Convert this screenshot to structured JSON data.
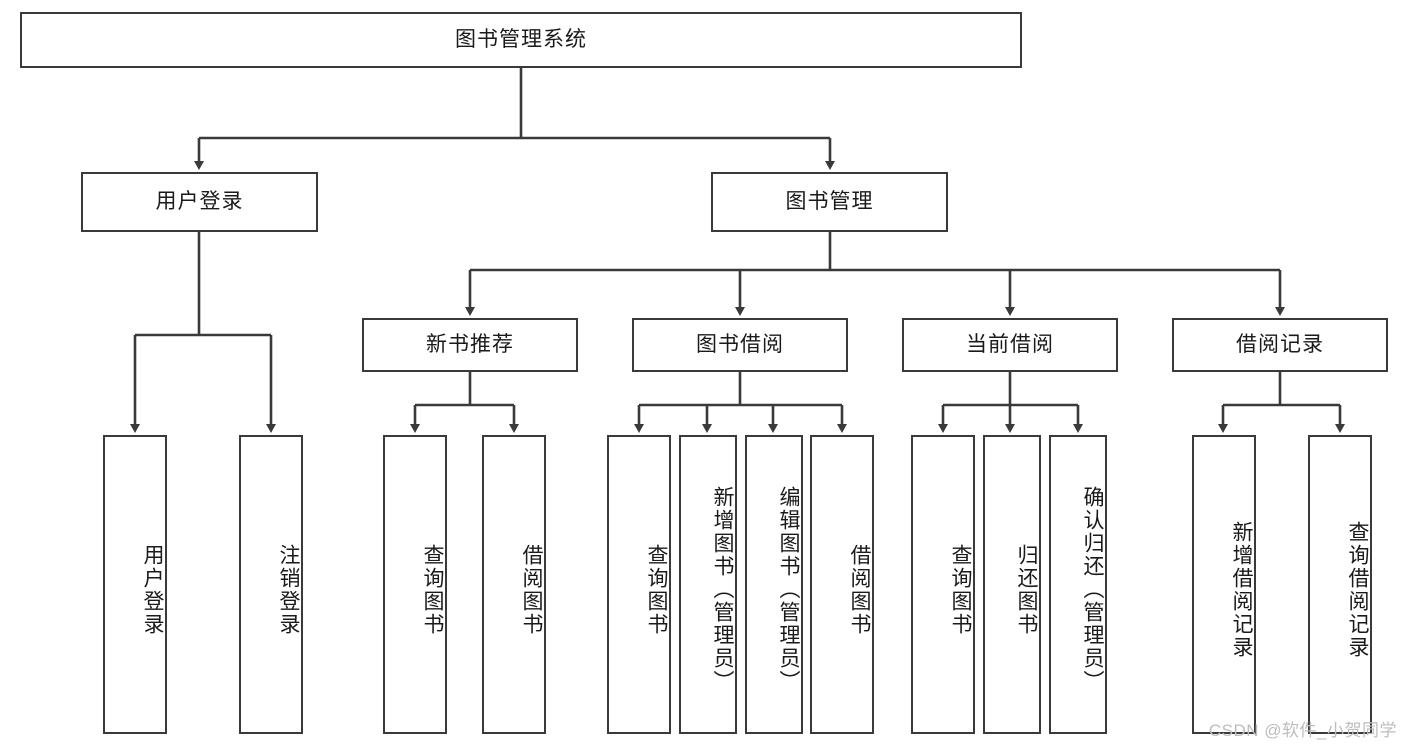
{
  "diagram": {
    "title": "图书管理系统",
    "type": "hierarchy-tree",
    "line_color": "#3a3a3a",
    "box_fill": "#ffffff",
    "text_color": "#1a1a1a",
    "levels": 4,
    "root": {
      "label": "图书管理系统"
    },
    "level2": [
      {
        "label": "用户登录"
      },
      {
        "label": "图书管理"
      }
    ],
    "level3": [
      {
        "label": "新书推荐"
      },
      {
        "label": "图书借阅"
      },
      {
        "label": "当前借阅"
      },
      {
        "label": "借阅记录"
      }
    ],
    "leaves": {
      "user_login": [
        {
          "label": "用户登录"
        },
        {
          "label": "注销登录"
        }
      ],
      "new_book_recommend": [
        {
          "label": "查询图书"
        },
        {
          "label": "借阅图书"
        }
      ],
      "book_borrow": [
        {
          "label": "查询图书"
        },
        {
          "label": "新增图书（管理员）"
        },
        {
          "label": "编辑图书（管理员）"
        },
        {
          "label": "借阅图书"
        }
      ],
      "current_borrow": [
        {
          "label": "查询图书"
        },
        {
          "label": "归还图书"
        },
        {
          "label": "确认归还（管理员）"
        }
      ],
      "borrow_record": [
        {
          "label": "新增借阅记录"
        },
        {
          "label": "查询借阅记录"
        }
      ]
    }
  },
  "watermark": {
    "text": "CSDN @软件_小贺同学"
  }
}
